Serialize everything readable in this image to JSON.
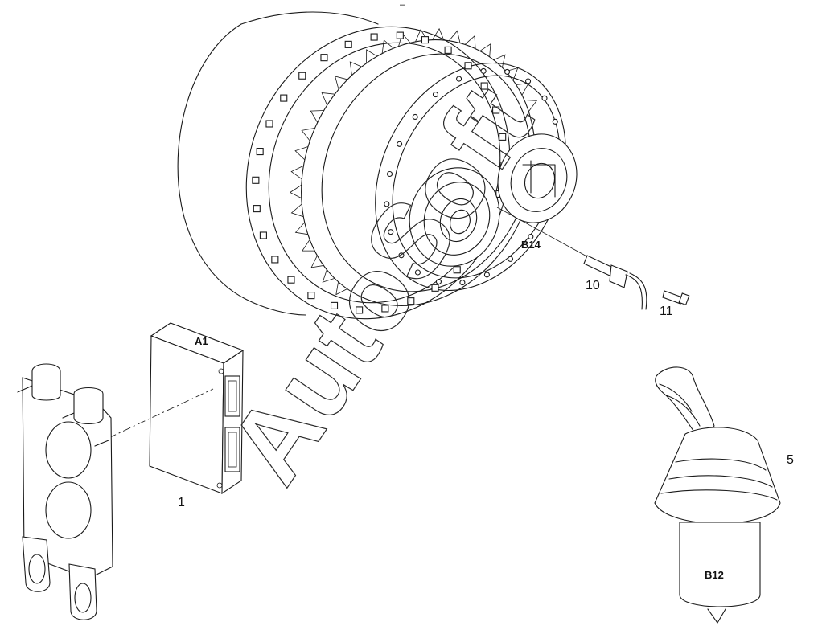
{
  "labels": {
    "top_mark": "–",
    "ecu_code": "A1",
    "ecu_item": "1",
    "sensor_code": "B14",
    "sensor_item": "10",
    "screw_item": "11",
    "joystick_code": "B12",
    "joystick_item": "5"
  },
  "watermark": {
    "text": "AutoSoft"
  }
}
